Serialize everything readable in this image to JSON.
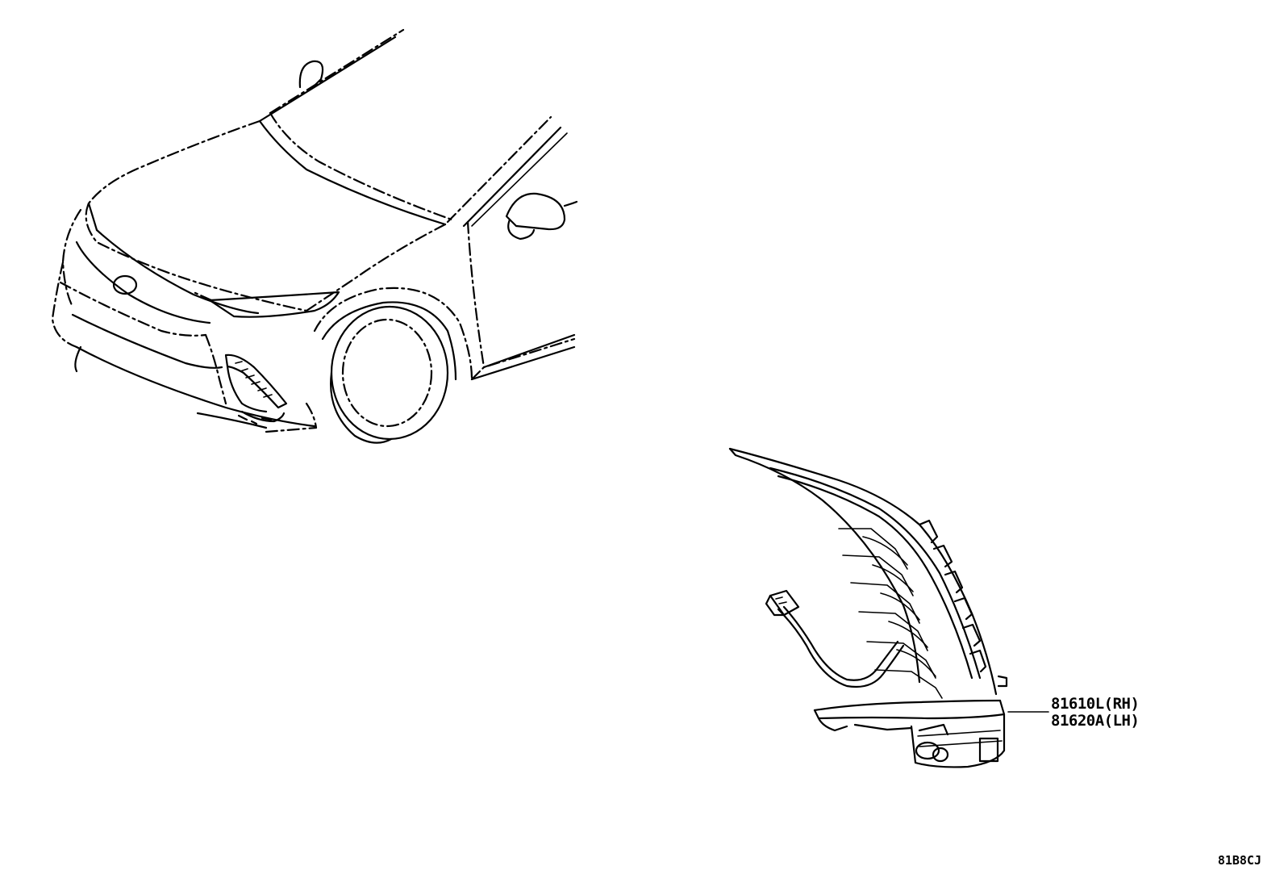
{
  "diagram": {
    "part_numbers": {
      "rh": "81610L(RH)",
      "lh": "81620A(LH)"
    },
    "figure_code": "81B8CJ"
  }
}
